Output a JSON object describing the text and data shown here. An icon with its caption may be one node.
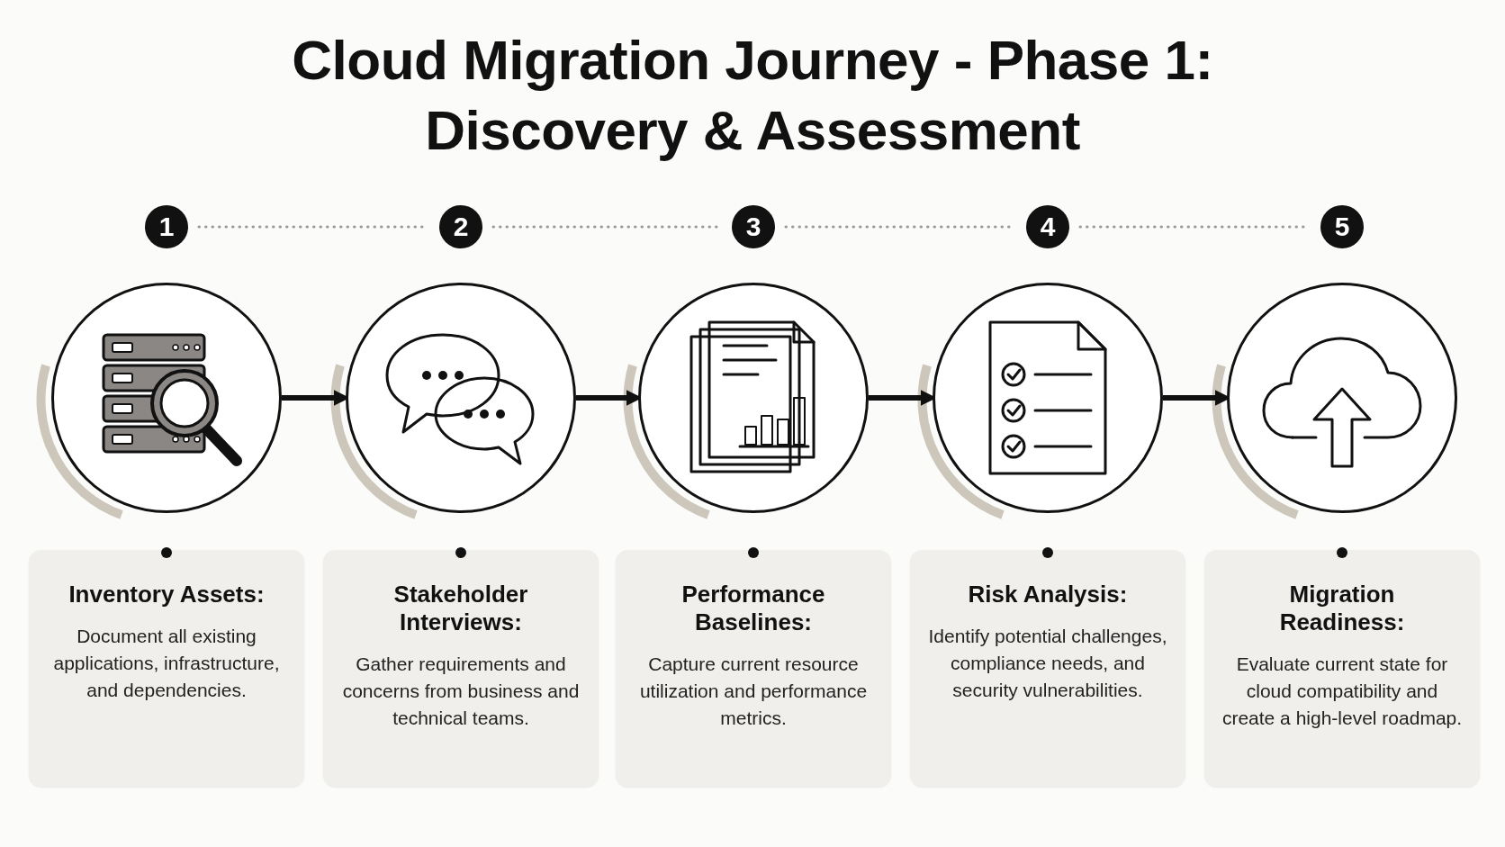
{
  "diagram": {
    "title": "Cloud Migration Journey - Phase 1: Discovery & Assessment",
    "nodes": [
      {
        "text": [
          "1"
        ]
      },
      {
        "text": [
          "2"
        ]
      },
      {
        "text": [
          "3"
        ]
      },
      {
        "text": [
          "4"
        ]
      },
      {
        "text": [
          "5"
        ]
      },
      {
        "text": [],
        "shape": "circle"
      },
      {
        "text": [],
        "shape": "circle"
      },
      {
        "text": [],
        "shape": "circle"
      },
      {
        "text": [],
        "shape": "circle"
      },
      {
        "text": [],
        "shape": "circle"
      },
      {
        "text": [
          "Inventory Assets:",
          "Document all existing applications, infrastructure, and dependencies."
        ]
      },
      {
        "text": [
          "Stakeholder Interviews:",
          "Gather requirements and concerns from business and technical teams."
        ]
      },
      {
        "text": [
          "Performance Baselines:",
          "Capture current resource utilization and performance metrics."
        ]
      },
      {
        "text": [
          "Risk Analysis:",
          "Identify potential challenges, compliance needs, and security vulnerabilities."
        ]
      },
      {
        "text": [
          "Migration Readiness:",
          "Evaluate current state for cloud compatibility and create a high-level roadmap."
        ]
      }
    ],
    "edges": [
      {
        "from": 0,
        "to": 1,
        "arrow": "none",
        "style": "dashed"
      },
      {
        "from": 1,
        "to": 2,
        "arrow": "none",
        "style": "dashed"
      },
      {
        "from": 2,
        "to": 3,
        "arrow": "none",
        "style": "dashed"
      },
      {
        "from": 3,
        "to": 4,
        "arrow": "none",
        "style": "dashed"
      },
      {
        "from": 5,
        "to": 6,
        "arrow": "to",
        "style": "thick",
        "color": "#111111"
      },
      {
        "from": 6,
        "to": 7,
        "arrow": "to",
        "style": "thick",
        "color": "#111111"
      },
      {
        "from": 7,
        "to": 8,
        "arrow": "to",
        "style": "thick",
        "color": "#111111"
      },
      {
        "from": 8,
        "to": 9,
        "arrow": "to",
        "style": "thick",
        "color": "#111111"
      }
    ]
  }
}
